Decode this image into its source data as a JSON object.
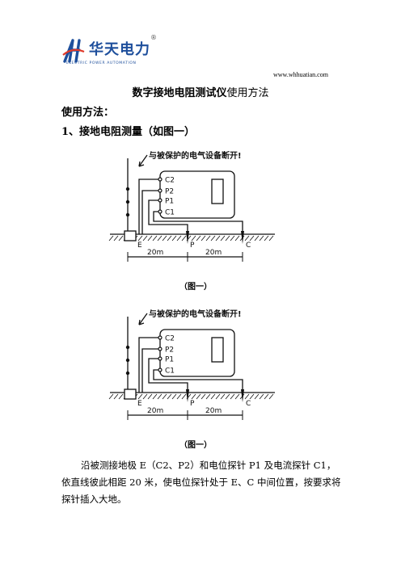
{
  "header": {
    "brand_name": "华天电力",
    "brand_subtitle": "ELECTRIC POWER AUTOMATION",
    "registered_mark": "®",
    "website": "www.whhuatian.com"
  },
  "document": {
    "title_bold": "数字接地电阻测试仪",
    "title_normal": "使用方法",
    "heading_usage": "使用方法：",
    "heading_section": "1、接地电阻测量（如图一）",
    "body_paragraph": "沿被测接地极 E（C2、P2）和电位探针 P1 及电流探针 C1，依直线彼此相距 20 米，使电位探针处于 E、C 中间位置，按要求将探针插入大地。"
  },
  "figure": {
    "warning": "与被保护的电气设备断开!",
    "terminals": [
      "C2",
      "P2",
      "P1",
      "C1"
    ],
    "electrode_e": "E",
    "electrode_p": "P",
    "electrode_c": "C",
    "distance_1": "20m",
    "distance_2": "20m",
    "caption": "（图一）"
  }
}
